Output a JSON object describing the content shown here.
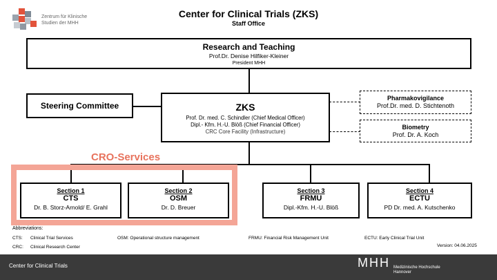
{
  "header": {
    "title": "Center for Clinical Trials (ZKS)",
    "subtitle": "Staff Office",
    "logo_line1": "Zentrum für Klinische",
    "logo_line2": "Studien der MHH"
  },
  "research": {
    "title": "Research and Teaching",
    "person": "Prof.Dr. Denise Hilfiker-Kleiner",
    "role": "President MHH"
  },
  "steering": {
    "label": "Steering Committee"
  },
  "zks": {
    "title": "ZKS",
    "line1": "Prof. Dr. med. C. Schindler (Chief Medical Officer)",
    "line2": "Dipl.- Kfm. H.-U. Blöß (Chief Financial Officer)",
    "line3": "CRC Core Facility (Infrastructure)"
  },
  "pharma": {
    "title": "Pharmakovigilance",
    "person": "Prof.Dr. med. D. Stichtenoth"
  },
  "biometry": {
    "title": "Biometry",
    "person": "Prof. Dr. A. Koch"
  },
  "cro": {
    "label": "CRO-Services"
  },
  "sections": [
    {
      "num": "Section 1",
      "abbr": "CTS",
      "person": "Dr. B. Storz-Arnold/ E. Grahl"
    },
    {
      "num": "Section 2",
      "abbr": "OSM",
      "person": "Dr. D. Breuer"
    },
    {
      "num": "Section 3",
      "abbr": "FRMU",
      "person": "Dipl.-Kfm. H.-U. Blöß"
    },
    {
      "num": "Section 4",
      "abbr": "ECTU",
      "person": "PD Dr. med. A. Kutschenko"
    }
  ],
  "abbreviations": {
    "heading": "Abbreviations:",
    "cts_key": "CTS:",
    "cts_val": "Clinical Trial Services",
    "osm": "OSM:  Operational structure management",
    "frmu": "FRMU: Financial Risk Management Unit",
    "ectu": "ECTU: Early Clinical Trial Unit",
    "crc_key": "CRC:",
    "crc_val": "Clinical Research Center"
  },
  "version": "Version: 04.06.2025",
  "footer": {
    "left": "Center for Clinical Trials",
    "mhh_logo": "MHH",
    "mhh_line1": "Medizinische Hochschule",
    "mhh_line2": "Hannover"
  },
  "colors": {
    "cro_accent": "#e8735d",
    "cro_frame": "#f4a596",
    "footer_bg": "#3a3a3a"
  }
}
